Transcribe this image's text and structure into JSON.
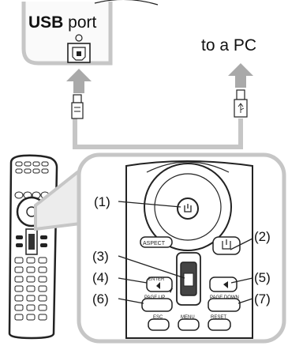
{
  "labels": {
    "usb_prefix": "USB",
    "usb_suffix": " port",
    "to_pc": "to a PC"
  },
  "callouts": [
    "(1)",
    "(2)",
    "(3)",
    "(4)",
    "(5)",
    "(6)",
    "(7)"
  ],
  "buttons": {
    "aspect": "ASPECT",
    "enter": "ENTER",
    "page_up": "PAGE UP",
    "page_down": "PAGE DOWN",
    "esc": "ESC",
    "menu": "MENU",
    "reset": "RESET"
  },
  "colors": {
    "cable": "#c6c6c6",
    "arrow": "#a9a9a9",
    "remote_body": "#222222",
    "panel_border": "#c6c6c6"
  }
}
